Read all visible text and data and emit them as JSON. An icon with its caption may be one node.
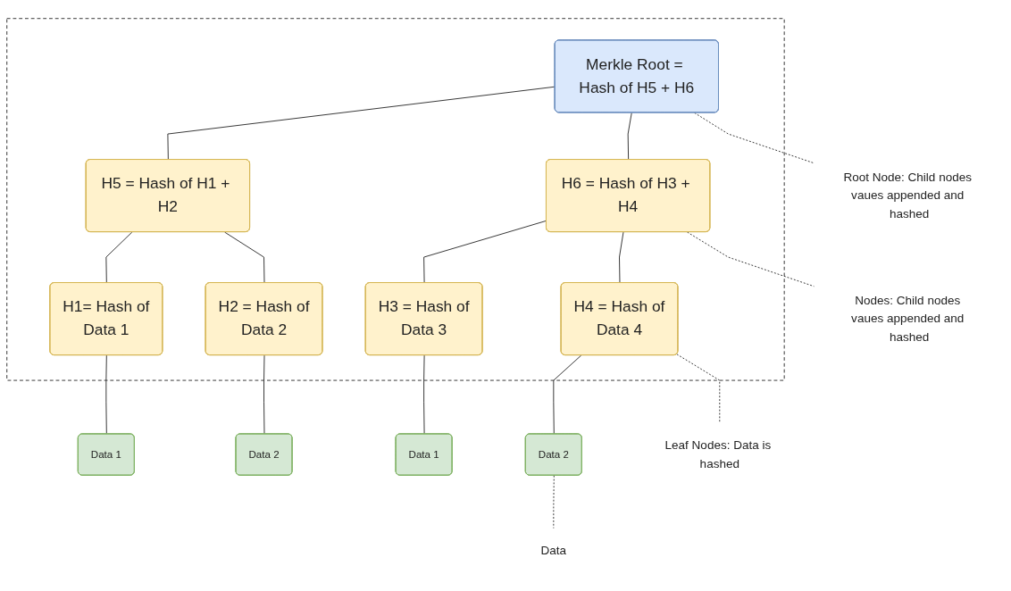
{
  "diagram": {
    "nodes": [
      {
        "text": [],
        "shape": "box"
      },
      {
        "text": [
          "Merkle Root = Hash of H5 + H6"
        ],
        "in": 0
      },
      {
        "text": [
          "H5 = Hash of H1 + H2"
        ],
        "in": 0
      },
      {
        "text": [
          "H6 = Hash of H3 + H4"
        ],
        "in": 0
      },
      {
        "text": [
          "H1= Hash of",
          "Data 1"
        ],
        "in": 0
      },
      {
        "text": [
          "H2 = Hash of",
          "Data 2"
        ],
        "in": 0
      },
      {
        "text": [
          "H3 = Hash of",
          "Data 3"
        ],
        "in": 0
      },
      {
        "text": [
          "H4 = Hash of",
          "Data 4"
        ],
        "in": 0
      },
      {
        "text": [
          "Data 1"
        ]
      },
      {
        "text": [
          "Data 2"
        ]
      },
      {
        "text": [
          "Data 1"
        ]
      },
      {
        "text": [
          "Data 2"
        ]
      },
      {
        "text": [
          "Root Node: Child nodes vaues appended and hashed"
        ]
      },
      {
        "text": [
          "Nodes: Child nodes vaues appended and hashed"
        ]
      },
      {
        "text": [
          "Leaf Nodes: Data is hashed"
        ]
      },
      {
        "text": [
          "Data"
        ]
      }
    ],
    "edges": [
      {
        "from": 1,
        "to": 2,
        "arrow": "none"
      },
      {
        "from": 1,
        "to": 3,
        "arrow": "none"
      },
      {
        "from": 2,
        "to": 4,
        "arrow": "none"
      },
      {
        "from": 2,
        "to": 5,
        "arrow": "none"
      },
      {
        "from": 3,
        "to": 6,
        "arrow": "none"
      },
      {
        "from": 3,
        "to": 7,
        "arrow": "none"
      },
      {
        "from": 4,
        "to": 8,
        "arrow": "none"
      },
      {
        "from": 5,
        "to": 9,
        "arrow": "none"
      },
      {
        "from": 6,
        "to": 10,
        "arrow": "none"
      },
      {
        "from": 7,
        "to": 11,
        "arrow": "none"
      },
      {
        "from": 1,
        "to": 12,
        "arrow": "none",
        "style": "dashed"
      },
      {
        "from": 3,
        "to": 13,
        "arrow": "none",
        "style": "dashed"
      },
      {
        "from": 7,
        "to": 14,
        "arrow": "none",
        "style": "dashed"
      },
      {
        "from": 11,
        "to": 15,
        "arrow": "none",
        "style": "dashed"
      }
    ]
  }
}
